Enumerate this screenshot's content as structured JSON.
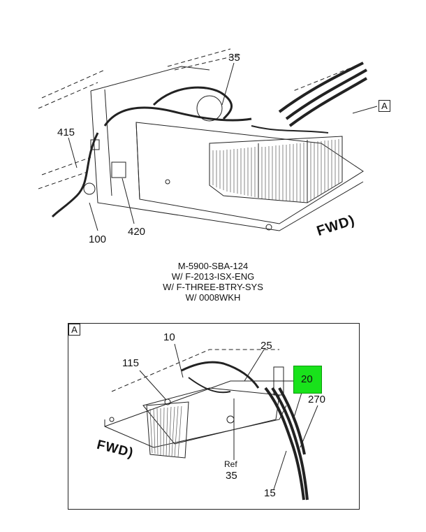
{
  "top_view": {
    "callouts": {
      "c35": "35",
      "c415": "415",
      "c100": "100",
      "c420": "420",
      "cA": "A"
    },
    "fwd_label": "FWD"
  },
  "caption": {
    "lines": [
      "M-5900-SBA-124",
      "W/ F-2013-ISX-ENG",
      "W/ F-THREE-BTRY-SYS",
      "W/ 0008WKH"
    ]
  },
  "detail_view": {
    "view_label": "A",
    "callouts": {
      "c10": "10",
      "c25": "25",
      "c115": "115",
      "c20": "20",
      "c270": "270",
      "ref": "Ref",
      "ref_num": "35",
      "c15": "15"
    },
    "fwd_label": "FWD",
    "highlight_color": "#19e21b"
  }
}
